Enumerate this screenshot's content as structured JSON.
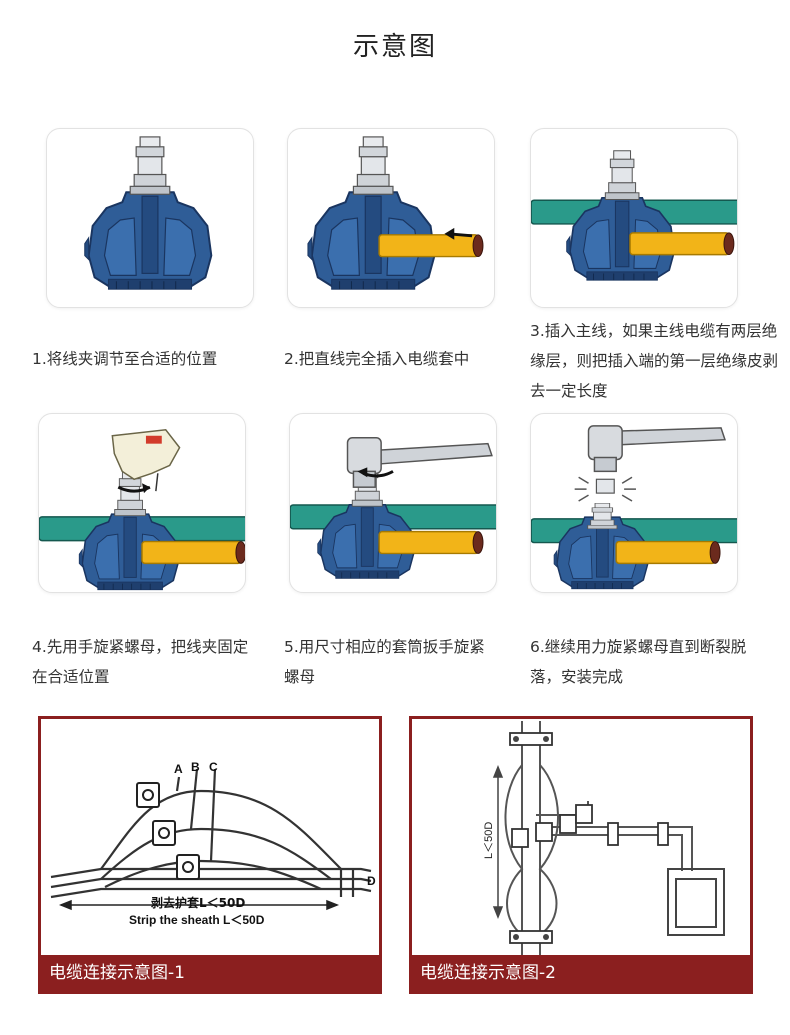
{
  "title": "示意图",
  "steps": [
    {
      "text": "1.将线夹调节至合适的位置"
    },
    {
      "text": "2.把直线完全插入电缆套中"
    },
    {
      "text": "3.插入主线，如果主线电缆有两层绝缘层，则把插入端的第一层绝缘皮剥去一定长度"
    },
    {
      "text": "4.先用手旋紧螺母，把线夹固定在合适位置"
    },
    {
      "text": "5.用尺寸相应的套筒扳手旋紧螺母"
    },
    {
      "text": "6.继续用力旋紧螺母直到断裂脱落，安装完成"
    }
  ],
  "diagram1": {
    "caption": "电缆连接示意图-1",
    "label_a": "A",
    "label_b": "B",
    "label_c": "C",
    "label_d": "D",
    "strip_cn": "剥去护套L＜50D",
    "strip_en": "Strip the sheath L＜50D"
  },
  "diagram2": {
    "caption": "电缆连接示意图-2",
    "length_label": "L＜50D"
  },
  "colors": {
    "clamp": "#2f5d97",
    "clamp_dark": "#1f3f6e",
    "branch_wire": "#f2b418",
    "main_wire": "#2a9a8a",
    "accent": "#8b1f1f"
  }
}
